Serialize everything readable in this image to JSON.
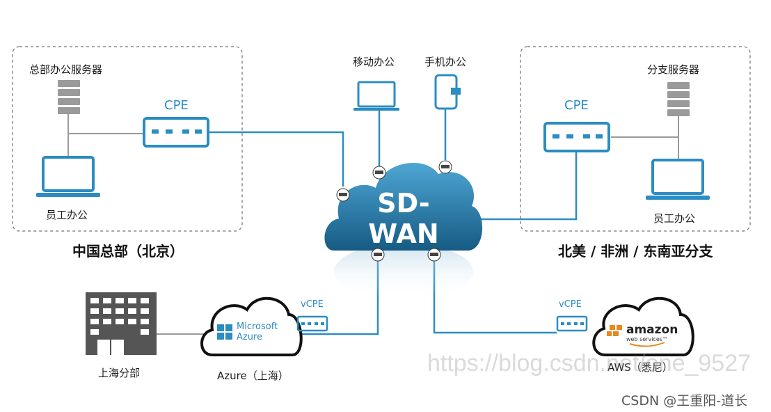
{
  "hq": {
    "server_label": "总部办公服务器",
    "cpe_label": "CPE",
    "employee_label": "员工办公",
    "region_label": "中国总部（北京）"
  },
  "mobile": {
    "laptop_label": "移动办公",
    "phone_label": "手机办公"
  },
  "branch": {
    "server_label": "分支服务器",
    "cpe_label": "CPE",
    "employee_label": "员工办公",
    "region_label": "北美 / 非洲 / 东南亚分支"
  },
  "cloud": {
    "line1": "SD-",
    "line2": "WAN"
  },
  "shanghai": {
    "building_label": "上海分部"
  },
  "azure": {
    "logo_line1": "Microsoft",
    "logo_line2": "Azure",
    "label": "Azure（上海）",
    "vcpe_label": "vCPE"
  },
  "aws": {
    "logo_line1": "amazon",
    "logo_line2": "web services™",
    "label": "AWS（悉尼）",
    "vcpe_label": "vCPE"
  },
  "watermark": "https://blog.csdn.net/one_9527",
  "csdn_credit": "CSDN @王重阳-道长",
  "colors": {
    "line": "#2b8cc4",
    "cloud": "#1d6f9e",
    "gray": "#8a8a8a"
  }
}
